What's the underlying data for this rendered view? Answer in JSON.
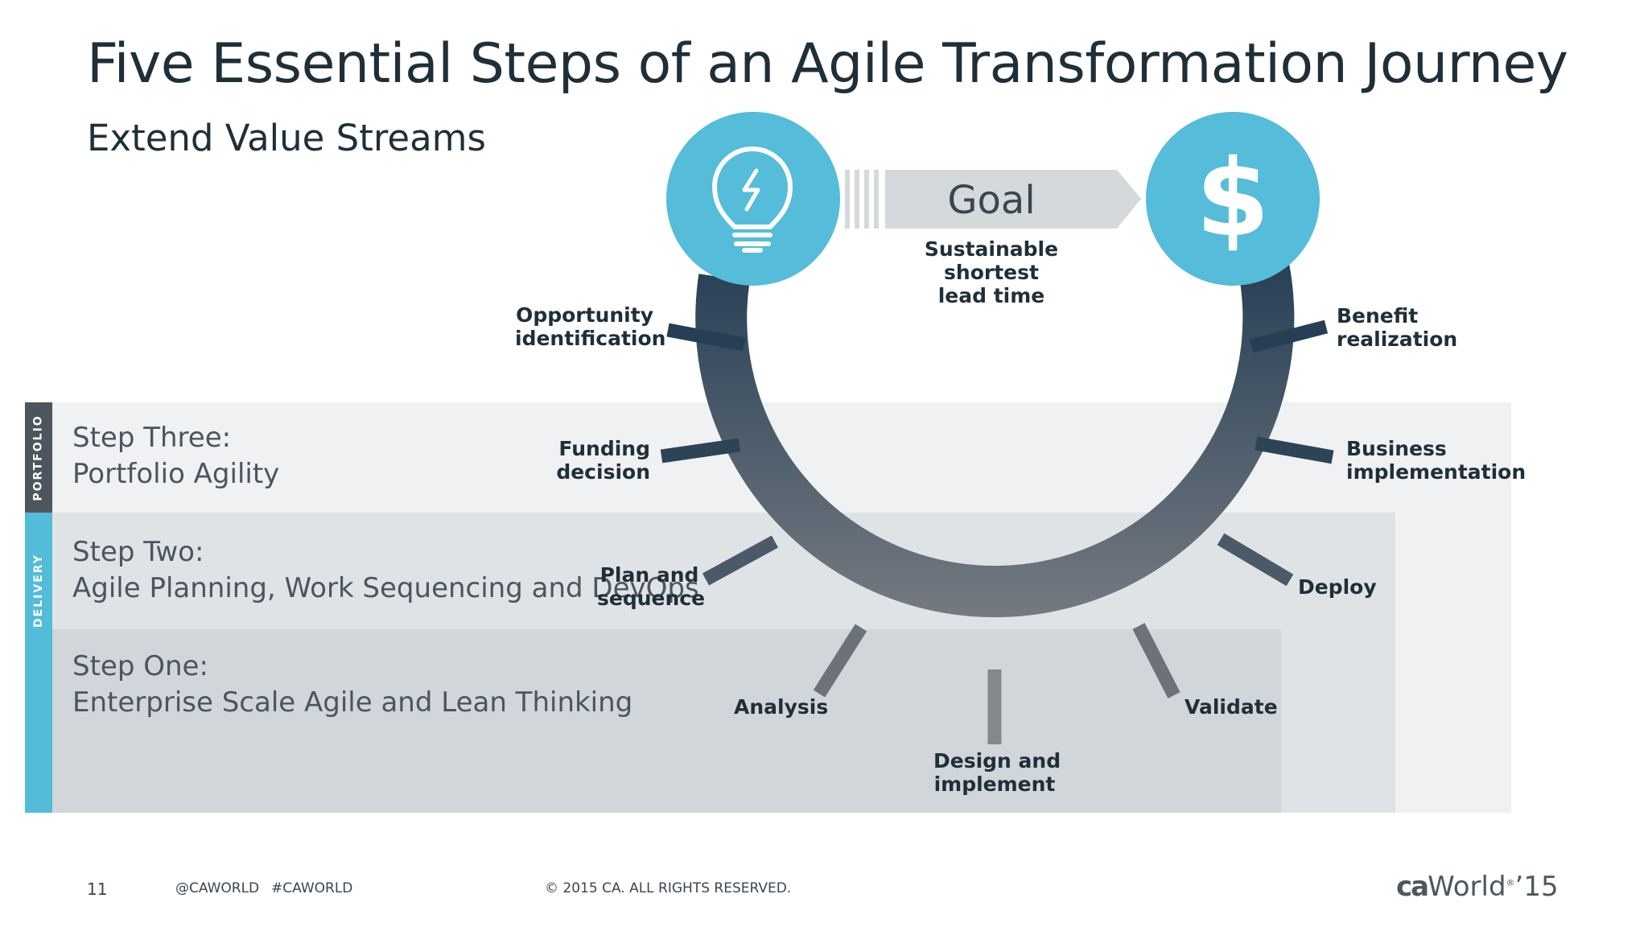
{
  "title": "Five Essential Steps of an Agile Transformation Journey",
  "subtitle": "Extend Value Streams",
  "side_tabs": {
    "portfolio": "PORTFOLIO",
    "delivery": "DELIVERY"
  },
  "steps": {
    "three": {
      "heading": "Step Three:",
      "name": "Portfolio Agility"
    },
    "two": {
      "heading": "Step Two:",
      "name": "Agile Planning, Work Sequencing and DevOps"
    },
    "one": {
      "heading": "Step One:",
      "name": "Enterprise Scale Agile and Lean Thinking"
    }
  },
  "goal": {
    "label": "Goal",
    "line1": "Sustainable shortest",
    "line2": "lead time"
  },
  "start_icon": "lightbulb-icon",
  "end_icon": "dollar-icon",
  "dollar_symbol": "$",
  "cycle_labels": {
    "opportunity": [
      "Opportunity",
      "identification"
    ],
    "funding": [
      "Funding",
      "decision"
    ],
    "plan": [
      "Plan and",
      "sequence"
    ],
    "analysis": "Analysis",
    "design": [
      "Design and",
      "implement"
    ],
    "validate": "Validate",
    "deploy": "Deploy",
    "business": [
      "Business",
      "implementation"
    ],
    "benefit": [
      "Benefit",
      "realization"
    ]
  },
  "footer": {
    "page": "11",
    "handle1": "@CAWORLD",
    "handle2": "#CAWORLD",
    "copyright": "© 2015 CA. ALL RIGHTS RESERVED.",
    "logo_ca": "ca",
    "logo_world": "World",
    "logo_reg": "®",
    "logo_year": "’15"
  },
  "colors": {
    "arc_top": "#263f55",
    "arc_bottom": "#8e8d90",
    "circle": "#55bcd9",
    "band_portfolio": "#f0f1f2",
    "band_delivery": "#e0e3e6",
    "band_one": "#d1d6da",
    "goal_arrow": "#d4d9db"
  }
}
